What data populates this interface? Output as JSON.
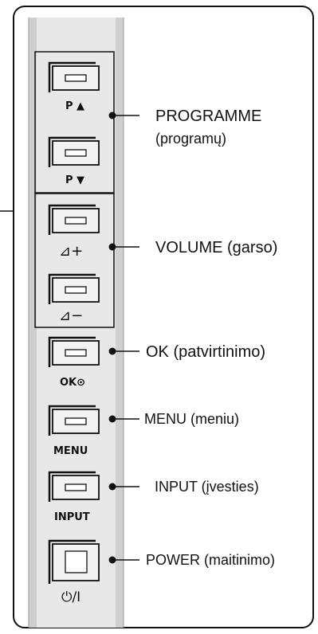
{
  "panel_buttons": {
    "prog_up_label": "P ▲",
    "prog_down_label": "P ▼",
    "vol_up_label": "⊿+",
    "vol_down_label": "⊿−",
    "ok_label": "OK⊙",
    "menu_label": "MENU",
    "input_label": "INPUT",
    "power_label": "⏻/I"
  },
  "callouts": {
    "programme": "PROGRAMME",
    "programme_sub": "(programų)",
    "volume": "VOLUME (garso)",
    "ok": "OK (patvirtinimo)",
    "menu": "MENU (meniu)",
    "input": "INPUT (įvesties)",
    "power": "POWER (maitinimo)"
  },
  "colors": {
    "panel_fill": "#e6e6e6",
    "panel_stripe": "#cccccc",
    "stroke": "#111111"
  }
}
